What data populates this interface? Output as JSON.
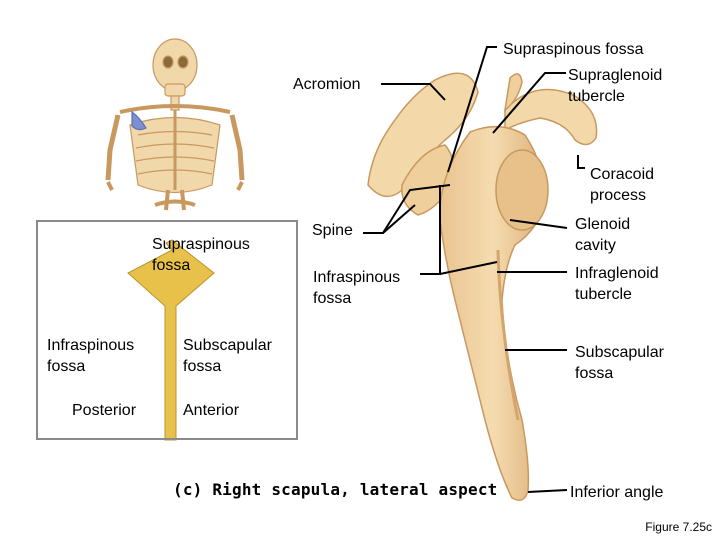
{
  "colors": {
    "bone": "#f2d7a8",
    "bone_shadow": "#d9b07a",
    "bone_edge": "#c9985e",
    "y_shape": "#e8c14a",
    "highlight": "#7b8fd1"
  },
  "labels": {
    "supraspinous_fossa": "Supraspinous fossa",
    "supraglenoid_tubercle": "Supraglenoid\ntubercle",
    "acromion": "Acromion",
    "coracoid_process": "Coracoid\nprocess",
    "spine": "Spine",
    "glenoid_cavity": "Glenoid\ncavity",
    "infraspinous_fossa": "Infraspinous\nfossa",
    "infraglenoid_tubercle": "Infraglenoid\ntubercle",
    "subscapular_fossa": "Subscapular\nfossa",
    "inferior_angle": "Inferior angle"
  },
  "inset": {
    "supraspinous_fossa": "Supraspinous\nfossa",
    "infraspinous_fossa": "Infraspinous\nfossa",
    "subscapular_fossa": "Subscapular\nfossa",
    "posterior": "Posterior",
    "anterior": "Anterior"
  },
  "caption": "(c) Right scapula, lateral aspect",
  "figure_number": "Figure 7.25c"
}
